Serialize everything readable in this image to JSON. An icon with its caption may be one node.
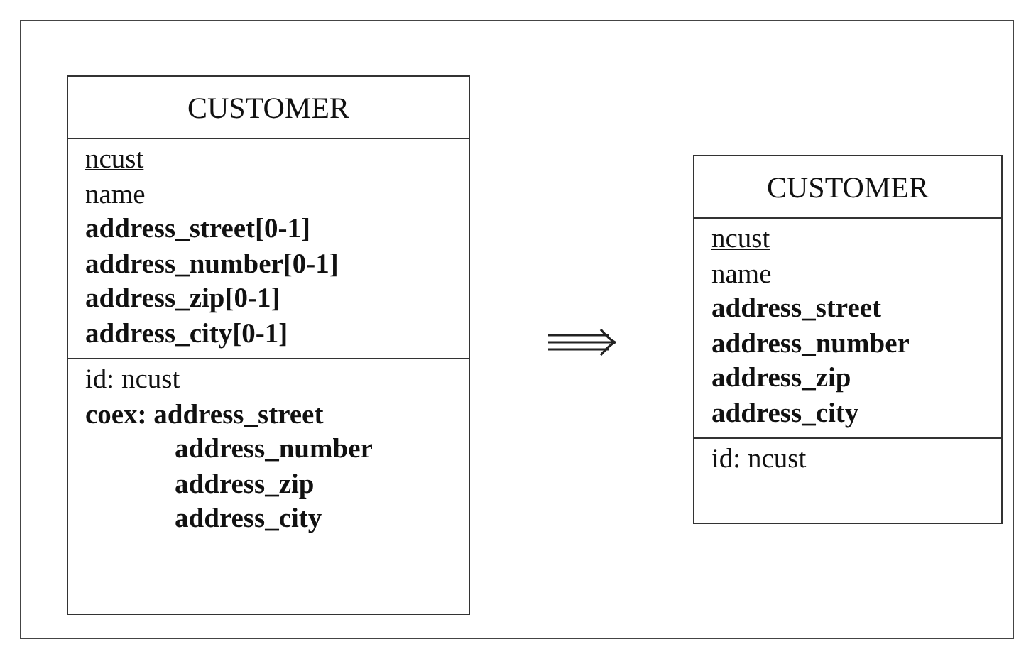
{
  "diagram": {
    "nodes": [
      {
        "text": [
          "CUSTOMER",
          "ncust",
          "name",
          "**address_street[0-1]**",
          "**address_number[0-1]**",
          "**address_zip[0-1]**",
          "**address_city[0-1]**",
          "id: ncust",
          "**coex: address_street**",
          "**address_number**",
          "**address_zip**",
          "**address_city**"
        ]
      },
      {
        "text": [
          "CUSTOMER",
          "ncust",
          "name",
          "**address_street**",
          "**address_number**",
          "**address_zip**",
          "**address_city**",
          "id: ncust"
        ]
      }
    ],
    "edges": [
      {
        "from": 0,
        "to": 1,
        "arrow": "to"
      }
    ]
  }
}
